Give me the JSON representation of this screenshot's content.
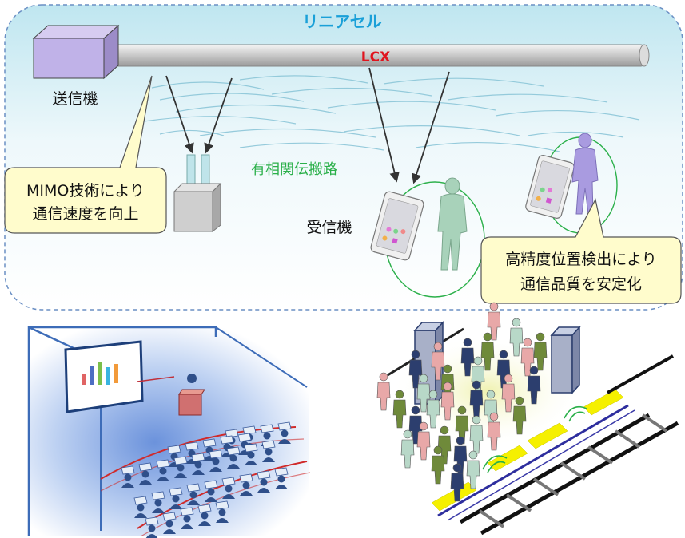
{
  "top_panel": {
    "title": "リニアセル",
    "cable_label": "LCX",
    "transmitter_label": "送信機",
    "receiver_label": "受信機",
    "channel_label": "有相関伝搬路",
    "callout_left": [
      "MIMO技術により",
      "通信速度を向上"
    ],
    "callout_right": [
      "高精度位置検出により",
      "通信品質を安定化"
    ]
  },
  "colors": {
    "title": "#1aa0d8",
    "cable_label": "#e0141e",
    "channel_label": "#2bb04a",
    "callout_fill": "#fffccc",
    "cell_border": "#6a8fc4"
  },
  "icons": [
    "transmitter-box",
    "lcx-cable",
    "mimo-antenna-unit",
    "tablet-device",
    "person-figure",
    "lecture-room",
    "station-platform"
  ]
}
